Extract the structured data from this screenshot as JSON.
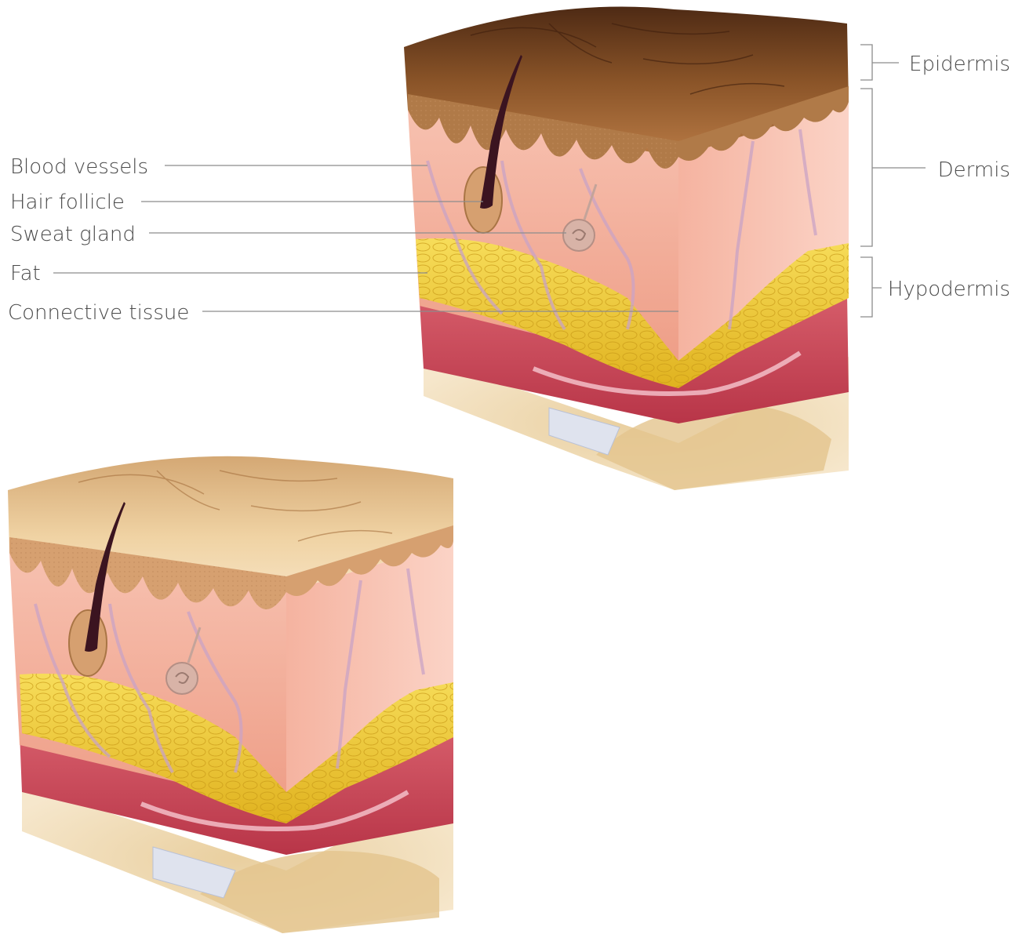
{
  "left_labels": [
    {
      "id": "blood-vessels",
      "text": "Blood vessels"
    },
    {
      "id": "hair-follicle",
      "text": "Hair follicle"
    },
    {
      "id": "sweat-gland",
      "text": "Sweat gland"
    },
    {
      "id": "fat",
      "text": "Fat"
    },
    {
      "id": "connective-tissue",
      "text": "Connective tissue"
    }
  ],
  "right_labels": [
    {
      "id": "epidermis",
      "text": "Epidermis"
    },
    {
      "id": "dermis",
      "text": "Dermis"
    },
    {
      "id": "hypodermis",
      "text": "Hypodermis"
    }
  ],
  "colors": {
    "dark_epidermis": "#7a4a26",
    "light_epidermis": "#e9c795",
    "dermis": "#f1a894",
    "fat": "#f1cc36",
    "muscle": "#c94758",
    "bone": "#efdcb8",
    "hair": "#3b1420",
    "vessel": "#c9a3c6",
    "leader_line": "#8c8c8c"
  }
}
